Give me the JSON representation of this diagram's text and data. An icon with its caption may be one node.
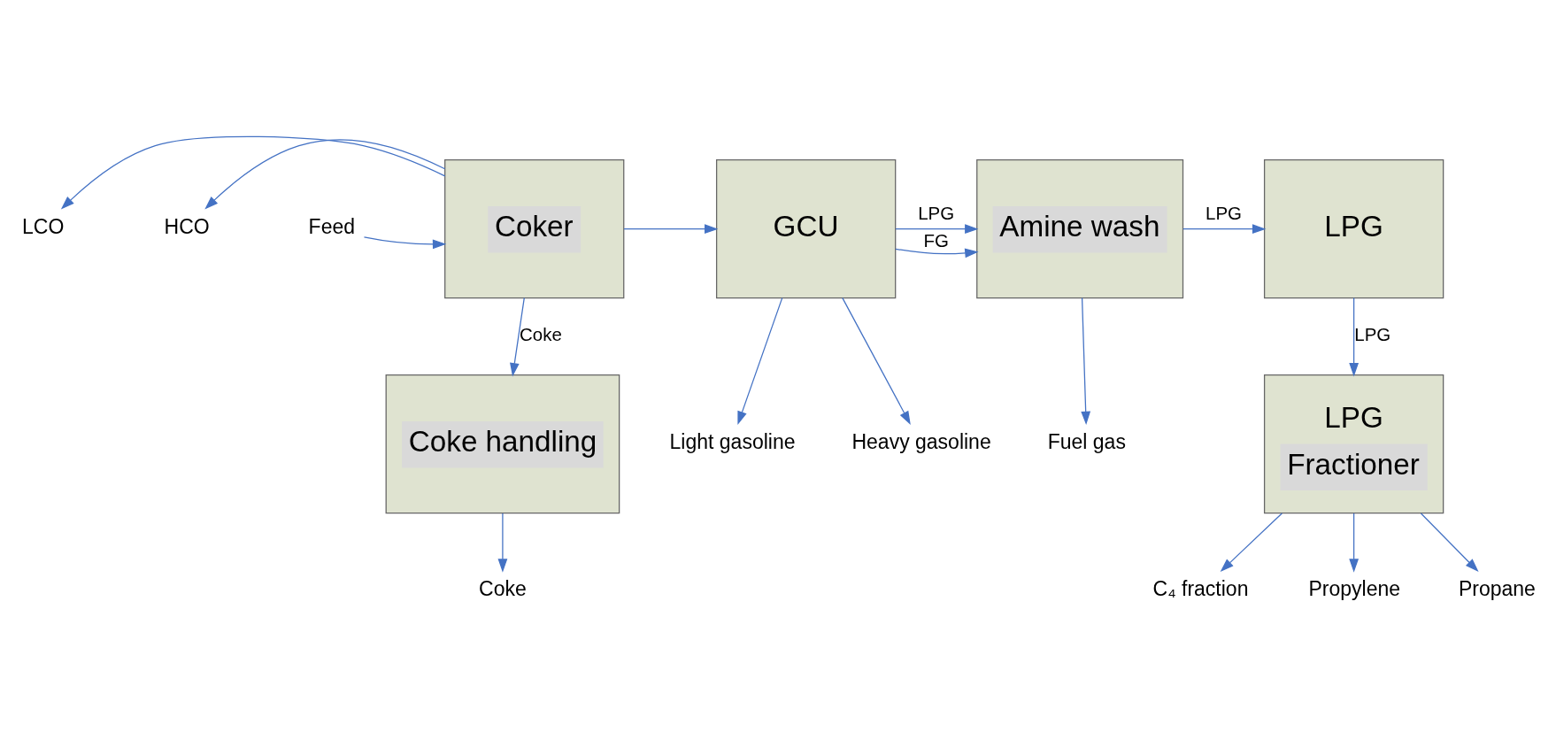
{
  "diagram": {
    "nodes": [
      {
        "text": [
          "LCO"
        ]
      },
      {
        "text": [
          "HCO"
        ]
      },
      {
        "text": [
          "Feed"
        ]
      },
      {
        "text": [
          "Coker"
        ]
      },
      {
        "text": [
          "GCU"
        ]
      },
      {
        "text": [
          "Coke handling"
        ]
      },
      {
        "text": [
          "Coke"
        ]
      },
      {
        "text": [
          "Light gasoline"
        ]
      },
      {
        "text": [
          "Heavy gasoline"
        ]
      },
      {
        "text": [
          "Amine wash"
        ]
      },
      {
        "text": [
          "Fuel gas"
        ]
      },
      {
        "text": [
          "LPG"
        ]
      },
      {
        "text": [
          "LPG",
          "Fractioner"
        ]
      },
      {
        "text": [
          "C₄ fraction"
        ]
      },
      {
        "text": [
          "Propylene"
        ]
      },
      {
        "text": [
          "Propane"
        ]
      }
    ],
    "edges": [
      {
        "from": 3,
        "to": 0,
        "arrow": "to"
      },
      {
        "from": 3,
        "to": 1,
        "arrow": "to"
      },
      {
        "from": 2,
        "to": 3,
        "arrow": "to"
      },
      {
        "from": 3,
        "to": 4,
        "arrow": "to"
      },
      {
        "from": 3,
        "to": 5,
        "arrow": "to",
        "label": "Coke"
      },
      {
        "from": 5,
        "to": 6,
        "arrow": "to"
      },
      {
        "from": 4,
        "to": 9,
        "arrow": "to",
        "label": "LPG"
      },
      {
        "from": 4,
        "to": 9,
        "arrow": "to",
        "label": "FG"
      },
      {
        "from": 4,
        "to": 7,
        "arrow": "to"
      },
      {
        "from": 4,
        "to": 8,
        "arrow": "to"
      },
      {
        "from": 9,
        "to": 11,
        "arrow": "to",
        "label": "LPG"
      },
      {
        "from": 9,
        "to": 10,
        "arrow": "to"
      },
      {
        "from": 11,
        "to": 12,
        "arrow": "to",
        "label": "LPG"
      },
      {
        "from": 12,
        "to": 13,
        "arrow": "to"
      },
      {
        "from": 12,
        "to": 14,
        "arrow": "to"
      },
      {
        "from": 12,
        "to": 15,
        "arrow": "to"
      }
    ]
  }
}
